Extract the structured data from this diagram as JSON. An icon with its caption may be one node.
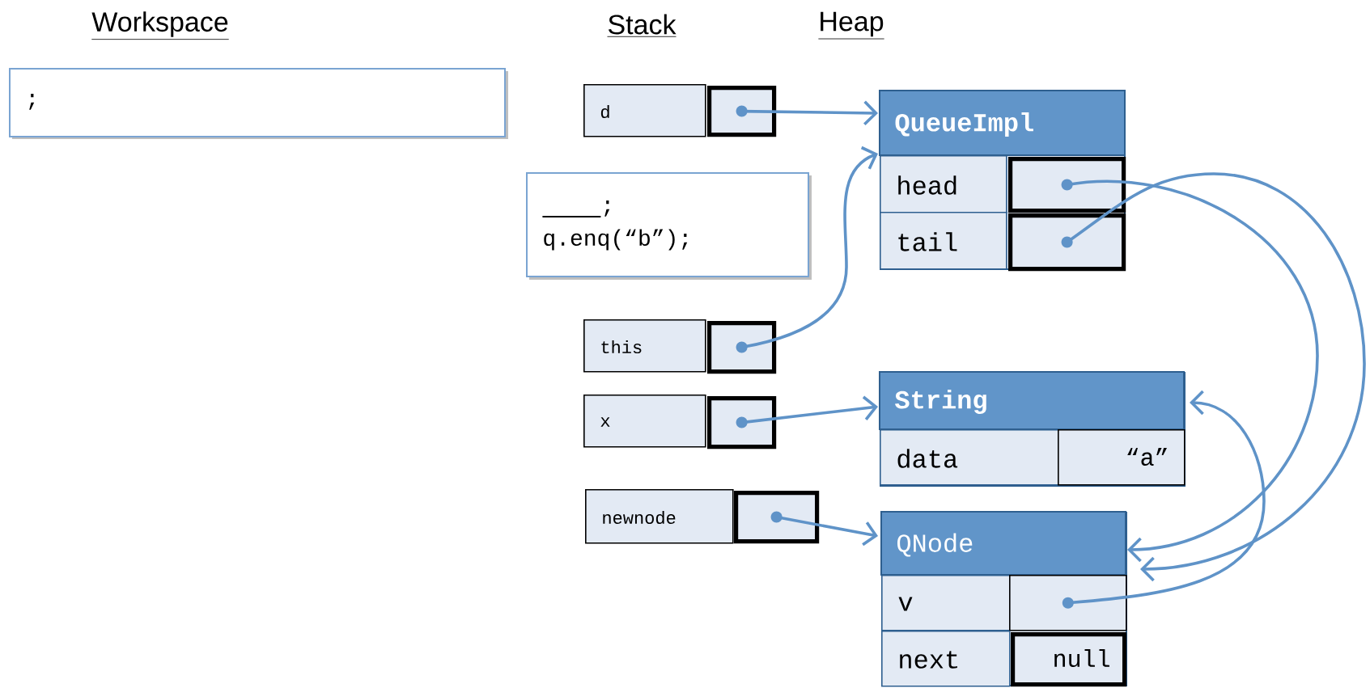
{
  "diagram": {
    "nodes": [
      {
        "text": [
          ";"
        ]
      },
      {
        "text": [
          ";",
          "q.enq(“b”);"
        ]
      },
      {
        "text": [
          "d"
        ]
      },
      {
        "text": [],
        "shape": "box"
      },
      {
        "text": [
          "this"
        ]
      },
      {
        "text": [],
        "shape": "box"
      },
      {
        "text": [
          "x"
        ]
      },
      {
        "text": [],
        "shape": "box"
      },
      {
        "text": [
          "newnode"
        ]
      },
      {
        "text": [],
        "shape": "box"
      },
      {
        "text": [
          "QueueImpl"
        ]
      },
      {
        "text": [
          "head"
        ],
        "in": 10
      },
      {
        "text": [],
        "shape": "box",
        "in": 10
      },
      {
        "text": [
          "tail"
        ],
        "in": 10
      },
      {
        "text": [],
        "shape": "box",
        "in": 10
      },
      {
        "text": [
          "String"
        ]
      },
      {
        "text": [
          "data"
        ],
        "in": 15
      },
      {
        "text": [
          "“a”"
        ],
        "in": 15
      },
      {
        "text": [
          "QNode"
        ]
      },
      {
        "text": [
          "v"
        ],
        "in": 18
      },
      {
        "text": [],
        "shape": "box",
        "in": 18
      },
      {
        "text": [
          "next"
        ],
        "in": 18
      },
      {
        "text": [
          "null"
        ],
        "in": 18
      }
    ],
    "edges": [
      {
        "from": 3,
        "to": 10,
        "arrow": "to"
      },
      {
        "from": 12,
        "to": 18,
        "arrow": "to"
      },
      {
        "from": 14,
        "to": 18,
        "arrow": "to"
      },
      {
        "from": 5,
        "to": 10,
        "arrow": "to"
      },
      {
        "from": 7,
        "to": 15,
        "arrow": "to"
      },
      {
        "from": 20,
        "to": 15,
        "arrow": "to"
      },
      {
        "from": 9,
        "to": 18,
        "arrow": "to"
      }
    ],
    "labels": [
      "Workspace",
      "Stack",
      "Heap"
    ]
  }
}
